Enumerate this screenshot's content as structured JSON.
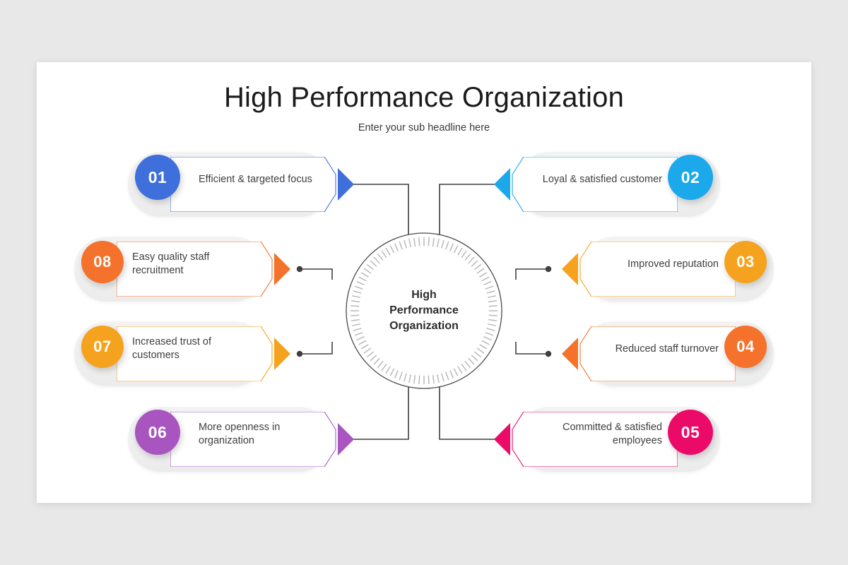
{
  "header": {
    "title": "High Performance Organization",
    "subtitle": "Enter your sub headline here"
  },
  "center": {
    "line1": "High",
    "line2": "Performance",
    "line3": "Organization"
  },
  "items": [
    {
      "number": "01",
      "label": "Efficient & targeted focus",
      "color": "#3F6FDB",
      "side": "left",
      "row": 1
    },
    {
      "number": "02",
      "label": "Loyal & satisfied customer",
      "color": "#1BA9EC",
      "side": "right",
      "row": 1
    },
    {
      "number": "03",
      "label": "Improved reputation",
      "color": "#F5A31E",
      "side": "right",
      "row": 2
    },
    {
      "number": "04",
      "label": "Reduced staff turnover",
      "color": "#F4722B",
      "side": "right",
      "row": 3
    },
    {
      "number": "05",
      "label": "Committed & satisfied employees",
      "color": "#EC0A69",
      "side": "right",
      "row": 4
    },
    {
      "number": "06",
      "label": "More openness in organization",
      "color": "#A855C0",
      "side": "left",
      "row": 4
    },
    {
      "number": "07",
      "label": "Increased trust of customers",
      "color": "#F5A31E",
      "side": "left",
      "row": 3
    },
    {
      "number": "08",
      "label": "Easy quality staff recruitment",
      "color": "#F4722B",
      "side": "left",
      "row": 2
    }
  ],
  "theme": {
    "page_background": "#E8E8E8",
    "slide_background": "#FFFFFF",
    "plate_background": "#EFEFEF",
    "connector_color": "#3F3F3F",
    "text_color": "#3F3F3F",
    "title_color": "#1B1B1B"
  }
}
